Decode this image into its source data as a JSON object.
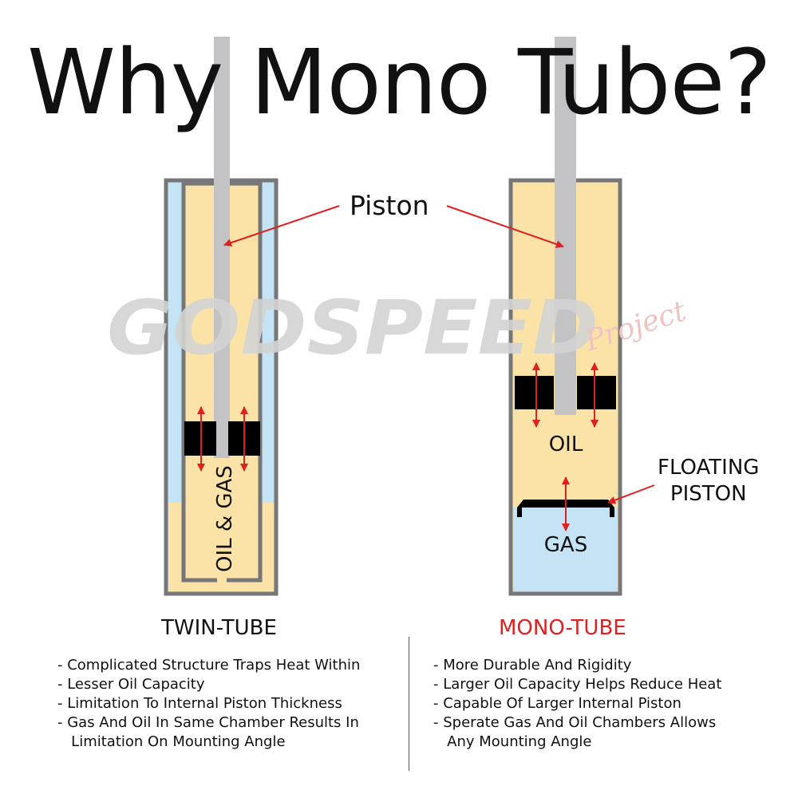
{
  "title": "Why Mono Tube?",
  "watermark": {
    "main": "GODSPEED",
    "sub": "Project"
  },
  "labels": {
    "piston": "Piston",
    "oil_gas": "OIL & GAS",
    "oil": "OIL",
    "gas": "GAS",
    "floating_line1": "FLOATING",
    "floating_line2": "PISTON"
  },
  "twin_tube": {
    "heading": "TWIN-TUBE",
    "points": [
      "- Complicated Structure Traps Heat Within",
      "- Lesser Oil Capacity",
      "- Limitation To Internal Piston Thickness",
      "- Gas And Oil In Same Chamber Results In",
      "   Limitation On Mounting Angle"
    ]
  },
  "mono_tube": {
    "heading": "MONO-TUBE",
    "points": [
      "- More Durable And Rigidity",
      "- Larger Oil Capacity Helps Reduce Heat",
      "- Capable Of Larger Internal Piston",
      "- Sperate Gas And Oil Chambers Allows",
      "   Any Mounting Angle"
    ]
  },
  "colors": {
    "oil": "#fbe3a8",
    "gas": "#c4e4f5",
    "wall": "#77777a",
    "rod": "#c3c3c5",
    "piston": "#000000",
    "arrow": "#e02020",
    "mono_heading": "#e02020",
    "watermark": "#d3d3d3",
    "watermark_sub": "#f1c2c2"
  }
}
